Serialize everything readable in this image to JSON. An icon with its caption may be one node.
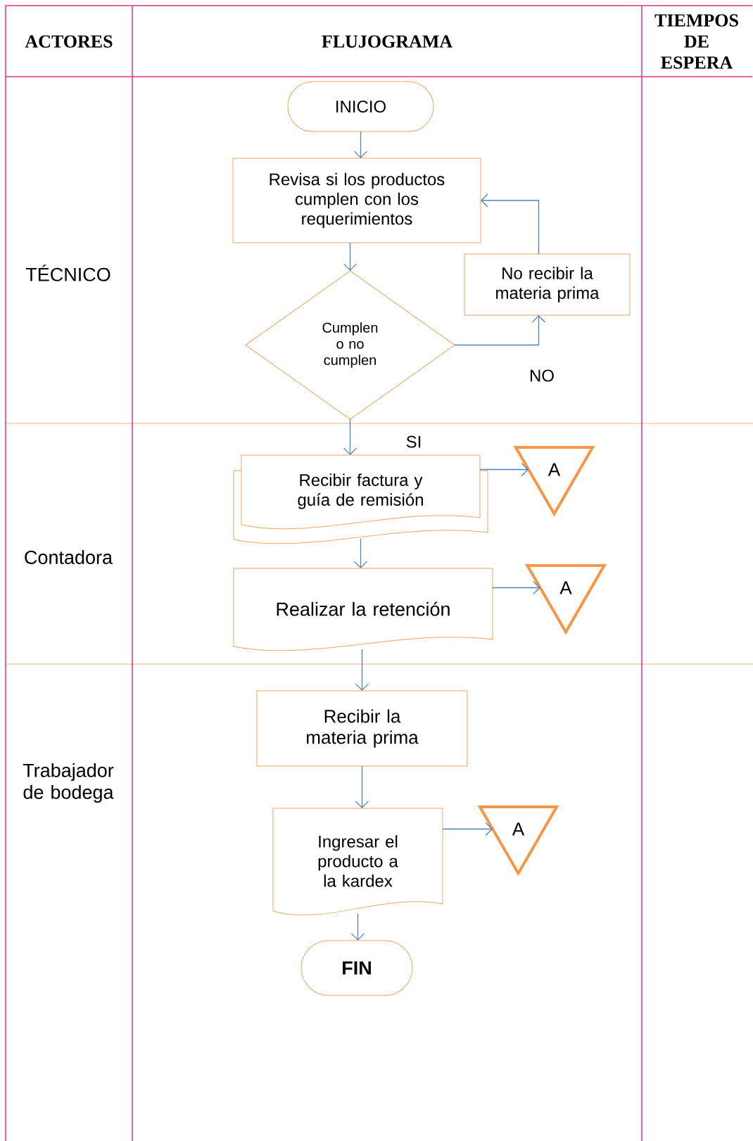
{
  "diagram": {
    "nodes": [
      {
        "text": [
          "INICIO"
        ]
      },
      {
        "text": [
          "Revisa si los productos cumplen con los requerimientos"
        ]
      },
      {
        "text": [
          "No recibir la materia prima"
        ]
      },
      {
        "text": [
          "Cumplen o no cumplen"
        ]
      },
      {
        "text": [
          "Recibir factura y guía de remisión"
        ]
      },
      {
        "text": [
          "A"
        ]
      },
      {
        "text": [
          "Realizar la retención"
        ]
      },
      {
        "text": [
          "A"
        ]
      },
      {
        "text": [
          "Recibir la materia prima"
        ]
      },
      {
        "text": [
          "Ingresar el producto a la kardex"
        ]
      },
      {
        "text": [
          "A"
        ]
      },
      {
        "text": [
          "FIN"
        ]
      }
    ],
    "edges": [
      {
        "from": 0,
        "to": 1,
        "arrow": "to"
      },
      {
        "from": 1,
        "to": 3,
        "arrow": "to"
      },
      {
        "from": 3,
        "to": 2,
        "arrow": "to",
        "label": "NO"
      },
      {
        "from": 2,
        "to": 1,
        "arrow": "to"
      },
      {
        "from": 3,
        "to": 4,
        "arrow": "to",
        "label": "SI"
      },
      {
        "from": 4,
        "to": 5,
        "arrow": "to"
      },
      {
        "from": 4,
        "to": 6,
        "arrow": "to"
      },
      {
        "from": 6,
        "to": 7,
        "arrow": "to"
      },
      {
        "from": 6,
        "to": 8,
        "arrow": "to"
      },
      {
        "from": 8,
        "to": 9,
        "arrow": "to"
      },
      {
        "from": 9,
        "to": 10,
        "arrow": "to"
      },
      {
        "from": 9,
        "to": 11,
        "arrow": "to"
      }
    ],
    "labels": [
      "ACTORES",
      "FLUJOGRAMA",
      "TIEMPOS DE ESPERA",
      "TÉCNICO",
      "Contadora",
      "Trabajador de bodega"
    ]
  }
}
